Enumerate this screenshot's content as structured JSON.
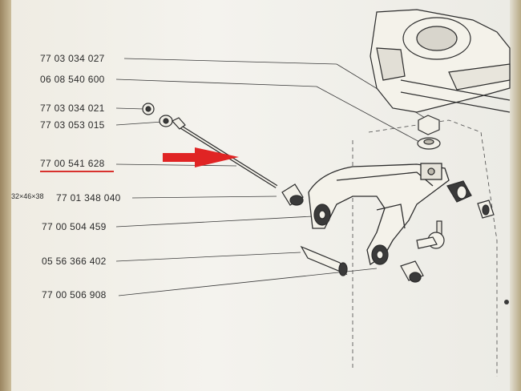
{
  "labels": {
    "p1": "77 03 034 027",
    "p2": "06 08 540 600",
    "p3": "77 03 034 021",
    "p4": "77 03 053 015",
    "p5": "77 00 541 628",
    "p6": "77 01 348 040",
    "p7": "77 00 504 459",
    "p8": "05 56 366 402",
    "p9": "77 00 506 908",
    "dims": "32×46×38"
  },
  "colors": {
    "paper": "#f1efe8",
    "ink": "#2a2a2a",
    "highlight_arrow": "#e02424",
    "underline": "#d8322e"
  }
}
